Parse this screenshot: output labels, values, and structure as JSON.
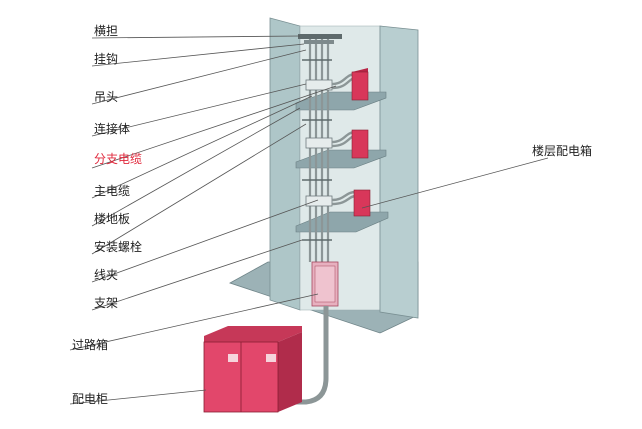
{
  "labels": {
    "crossarm": "横担",
    "hook": "挂钩",
    "hanger_head": "吊头",
    "connector": "连接体",
    "branch_cable": "分支电缆",
    "main_cable": "主电缆",
    "floor_slab": "楼地板",
    "mounting_bolt": "安装螺栓",
    "cable_clamp": "线夹",
    "bracket": "支架",
    "junction_box": "过路箱",
    "distribution_cabinet": "配电柜",
    "floor_distribution_box": "楼层配电箱"
  },
  "colors": {
    "highlight_label": "#e0283c",
    "wall": "#a9c3c6",
    "shaft_inner": "#d6e3e3",
    "floor_slab": "#9cb2b6",
    "box_red": "#d8375a",
    "cabinet_red": "#e2476b",
    "cable_grey": "#8c9697"
  }
}
